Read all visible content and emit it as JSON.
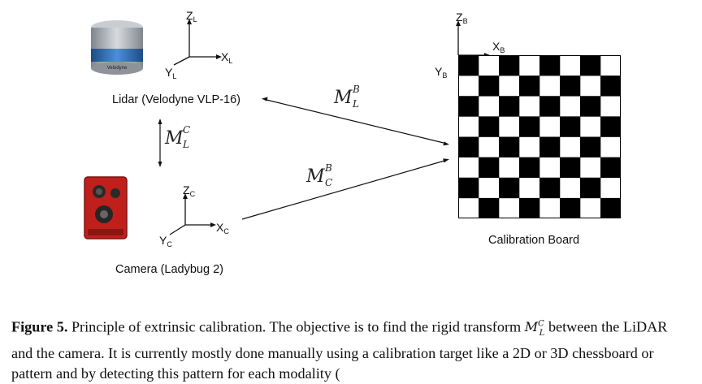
{
  "figure": {
    "lidar": {
      "label": "Lidar (Velodyne VLP-16)",
      "logo_text": "Velodyne",
      "axes": {
        "z": "Z",
        "x": "X",
        "y": "Y",
        "sub": "L"
      }
    },
    "camera": {
      "label": "Camera (Ladybug 2)",
      "axes": {
        "z": "Z",
        "x": "X",
        "y": "Y",
        "sub": "C"
      }
    },
    "board": {
      "label": "Calibration Board",
      "axes": {
        "z": "Z",
        "x": "X",
        "y": "Y",
        "sub": "B"
      },
      "rows": 8,
      "cols": 8
    },
    "transforms": {
      "lidar_camera": {
        "symbol": "M",
        "sup": "C",
        "sub": "L"
      },
      "lidar_board": {
        "symbol": "M",
        "sup": "B",
        "sub": "L"
      },
      "camera_board": {
        "symbol": "M",
        "sup": "B",
        "sub": "C"
      }
    }
  },
  "caption": {
    "label": "Figure 5.",
    "text_before": " Principle of extrinsic calibration. The objective is to find the rigid transform ",
    "math": {
      "symbol": "M",
      "sup": "C",
      "sub": "L"
    },
    "text_after": " between the LiDAR and the camera. It is currently mostly done manually using a calibration target like a 2D or 3D chessboard or pattern and by detecting this pattern for each modality ("
  },
  "colors": {
    "ink": "#111111",
    "camera_red": "#c0201c",
    "lidar_blue": "#2f6fb3",
    "lidar_grey": "#9ea3a8"
  }
}
